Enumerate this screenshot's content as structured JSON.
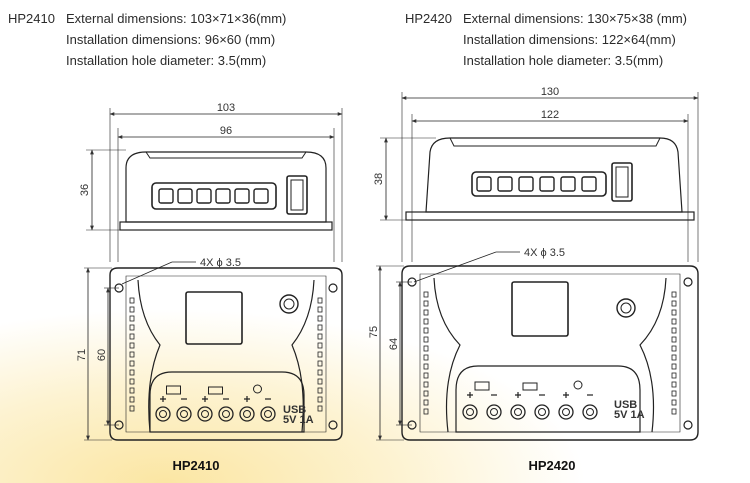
{
  "left_spec": {
    "model": "HP2410",
    "external": "External dimensions: 103×71×36(mm)",
    "installation": "Installation dimensions: 96×60 (mm)",
    "hole": "Installation hole diameter: 3.5(mm)"
  },
  "right_spec": {
    "model": "HP2420",
    "external": "External dimensions: 130×75×38 (mm)",
    "installation": "Installation dimensions: 122×64(mm)",
    "hole": "Installation hole diameter: 3.5(mm)"
  },
  "left_drawing": {
    "width_outer": "103",
    "width_inner": "96",
    "height_side": "36",
    "hole_callout": "4X ϕ 3.5",
    "height_outer": "71",
    "height_inner": "60",
    "usb_line1": "USB",
    "usb_line2": "5V 1A",
    "caption": "HP2410"
  },
  "right_drawing": {
    "width_outer": "130",
    "width_inner": "122",
    "height_side": "38",
    "hole_callout": "4X ϕ 3.5",
    "height_outer": "75",
    "height_inner": "64",
    "usb_line1": "USB",
    "usb_line2": "5V 1A",
    "caption": "HP2420"
  }
}
